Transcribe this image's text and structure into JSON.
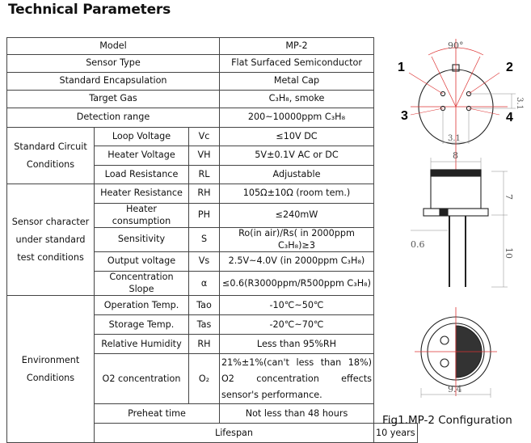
{
  "title": "Technical Parameters",
  "table": {
    "model_label": "Model",
    "model_value": "MP-2",
    "sensor_type_label": "Sensor Type",
    "sensor_type_value": "Flat Surfaced Semiconductor",
    "encapsulation_label": "Standard Encapsulation",
    "encapsulation_value": "Metal Cap",
    "target_gas_label": "Target Gas",
    "target_gas_value": "C₃H₈, smoke",
    "detection_label": "Detection range",
    "detection_value": "200~10000ppm C₃H₈",
    "group_circuit": "Standard Circuit Conditions",
    "loop_voltage_label": "Loop Voltage",
    "loop_voltage_sym": "Vc",
    "loop_voltage_value": "≤10V DC",
    "heater_voltage_label": "Heater Voltage",
    "heater_voltage_sym": "VH",
    "heater_voltage_value": "5V±0.1V AC or DC",
    "load_resistance_label": "Load Resistance",
    "load_resistance_sym": "RL",
    "load_resistance_value": "Adjustable",
    "group_sensor": "Sensor character under standard test conditions",
    "heater_resistance_label": "Heater Resistance",
    "heater_resistance_sym": "RH",
    "heater_resistance_value": "105Ω±10Ω (room tem.)",
    "heater_consumption_label": "Heater consumption",
    "heater_consumption_sym": "PH",
    "heater_consumption_value": "≤240mW",
    "sensitivity_label": "Sensitivity",
    "sensitivity_sym": "S",
    "sensitivity_value": "Ro(in air)/Rs( in 2000ppm C₃H₈)≥3",
    "output_voltage_label": "Output voltage",
    "output_voltage_sym": "Vs",
    "output_voltage_value": "2.5V~4.0V (in 2000ppm C₃H₈)",
    "concentration_slope_label": "Concentration Slope",
    "concentration_slope_sym": "α",
    "concentration_slope_value": "≤0.6(R3000ppm/R500ppm C₃H₈)",
    "group_env": "Environment Conditions",
    "operation_temp_label": "Operation Temp.",
    "operation_temp_sym": "Tao",
    "operation_temp_value": "-10℃~50℃",
    "storage_temp_label": "Storage Temp.",
    "storage_temp_sym": "Tas",
    "storage_temp_value": "-20℃~70℃",
    "humidity_label": "Relative Humidity",
    "humidity_sym": "RH",
    "humidity_value": "Less than 95%RH",
    "o2_label": "O2 concentration",
    "o2_sym": "O₂",
    "o2_value": "21%±1%(can't less than 18%) O2 concentration effects sensor's performance.",
    "preheat_label": "Preheat time",
    "preheat_value": "Not less than 48 hours",
    "lifespan_label": "Lifespan",
    "lifespan_value": "10 years"
  },
  "figure": {
    "pin1": "1",
    "pin2": "2",
    "pin3": "3",
    "pin4": "4",
    "angle": "90°",
    "dim_31_v": "3.1",
    "dim_31_h": "3.1",
    "dim_8": "8",
    "dim_7": "7",
    "dim_06": "0.6",
    "dim_10": "10",
    "dim_94": "9.4",
    "caption": "Fig1.MP-2 Configuration"
  }
}
